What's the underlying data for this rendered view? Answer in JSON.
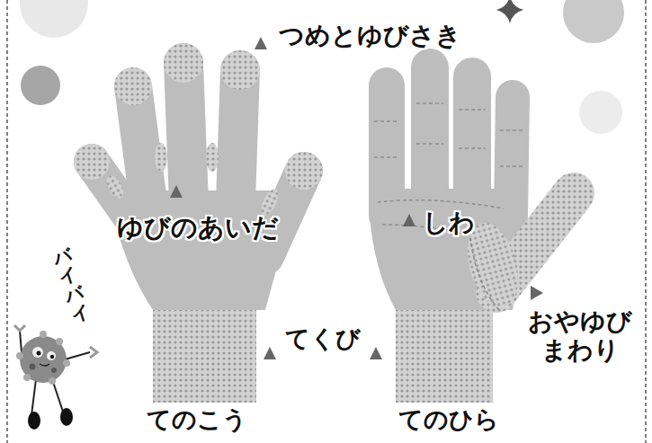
{
  "diagram": {
    "labels": [
      "つめとゆびさき",
      "ゆびのあいだ",
      "しわ",
      "てくび",
      "おやゆび まわり",
      "てのこう",
      "てのひら",
      "バイバイ"
    ]
  }
}
